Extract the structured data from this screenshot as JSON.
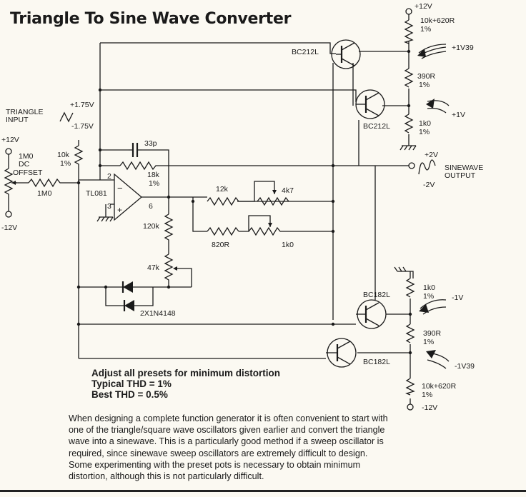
{
  "title": "Triangle To Sine Wave Converter",
  "notes": {
    "adjust": "Adjust all presets for minimum distortion",
    "typical": "Typical THD = 1%",
    "best": "Best THD = 0.5%"
  },
  "description": [
    "When designing a complete function generator it is often convenient to start with",
    "one of the triangle/square wave oscillators given earlier and convert the triangle",
    "wave into a sinewave. This is a particularly good method if a sweep oscillator is",
    "required, since sinewave sweep oscillators are extremely difficult to design.",
    "Some experimenting with the preset pots is necessary to obtain minimum",
    "distortion, although this is not particularly difficult."
  ],
  "labels": {
    "tri_input_1": "TRIANGLE",
    "tri_input_2": "INPUT",
    "v_pos_175": "+1.75V",
    "v_neg_175": "-1.75V",
    "plus12_left": "+12V",
    "minus12_left": "-12V",
    "r_1m0_pot_1": "1M0",
    "r_1m0_pot_2": "DC",
    "r_1m0_pot_3": "OFFSET",
    "r_1m0": "1M0",
    "r_10k_1": "10k",
    "r_10k_2": "1%",
    "c_33p": "33p",
    "r_18k_1": "18k",
    "r_18k_2": "1%",
    "pin2": "2",
    "pin3": "3",
    "pin6": "6",
    "opamp": "TL081",
    "r_120k": "120k",
    "r_47k": "47k",
    "diodes": "2X1N4148",
    "r_12k": "12k",
    "pot_4k7": "4k7",
    "r_820r": "820R",
    "pot_1k0": "1k0",
    "q1": "BC212L",
    "q2": "BC212L",
    "q3": "BC182L",
    "q4": "BC182L",
    "plus12_right": "+12V",
    "r_top_1": "10k+620R",
    "r_top_2": "1%",
    "v_139": "+1V39",
    "r_390_top_1": "390R",
    "r_390_top_2": "1%",
    "v_1": "+1V",
    "r_1k0_top_1": "1k0",
    "r_1k0_top_2": "1%",
    "out_plus2": "+2V",
    "sine_out_1": "SINEWAVE",
    "sine_out_2": "OUTPUT",
    "out_minus2": "-2V",
    "r_1k0_bot_1": "1k0",
    "r_1k0_bot_2": "1%",
    "v_neg1": "-1V",
    "r_390_bot_1": "390R",
    "r_390_bot_2": "1%",
    "v_neg139": "-1V39",
    "r_bot_1": "10k+620R",
    "r_bot_2": "1%",
    "minus12_right": "-12V"
  }
}
